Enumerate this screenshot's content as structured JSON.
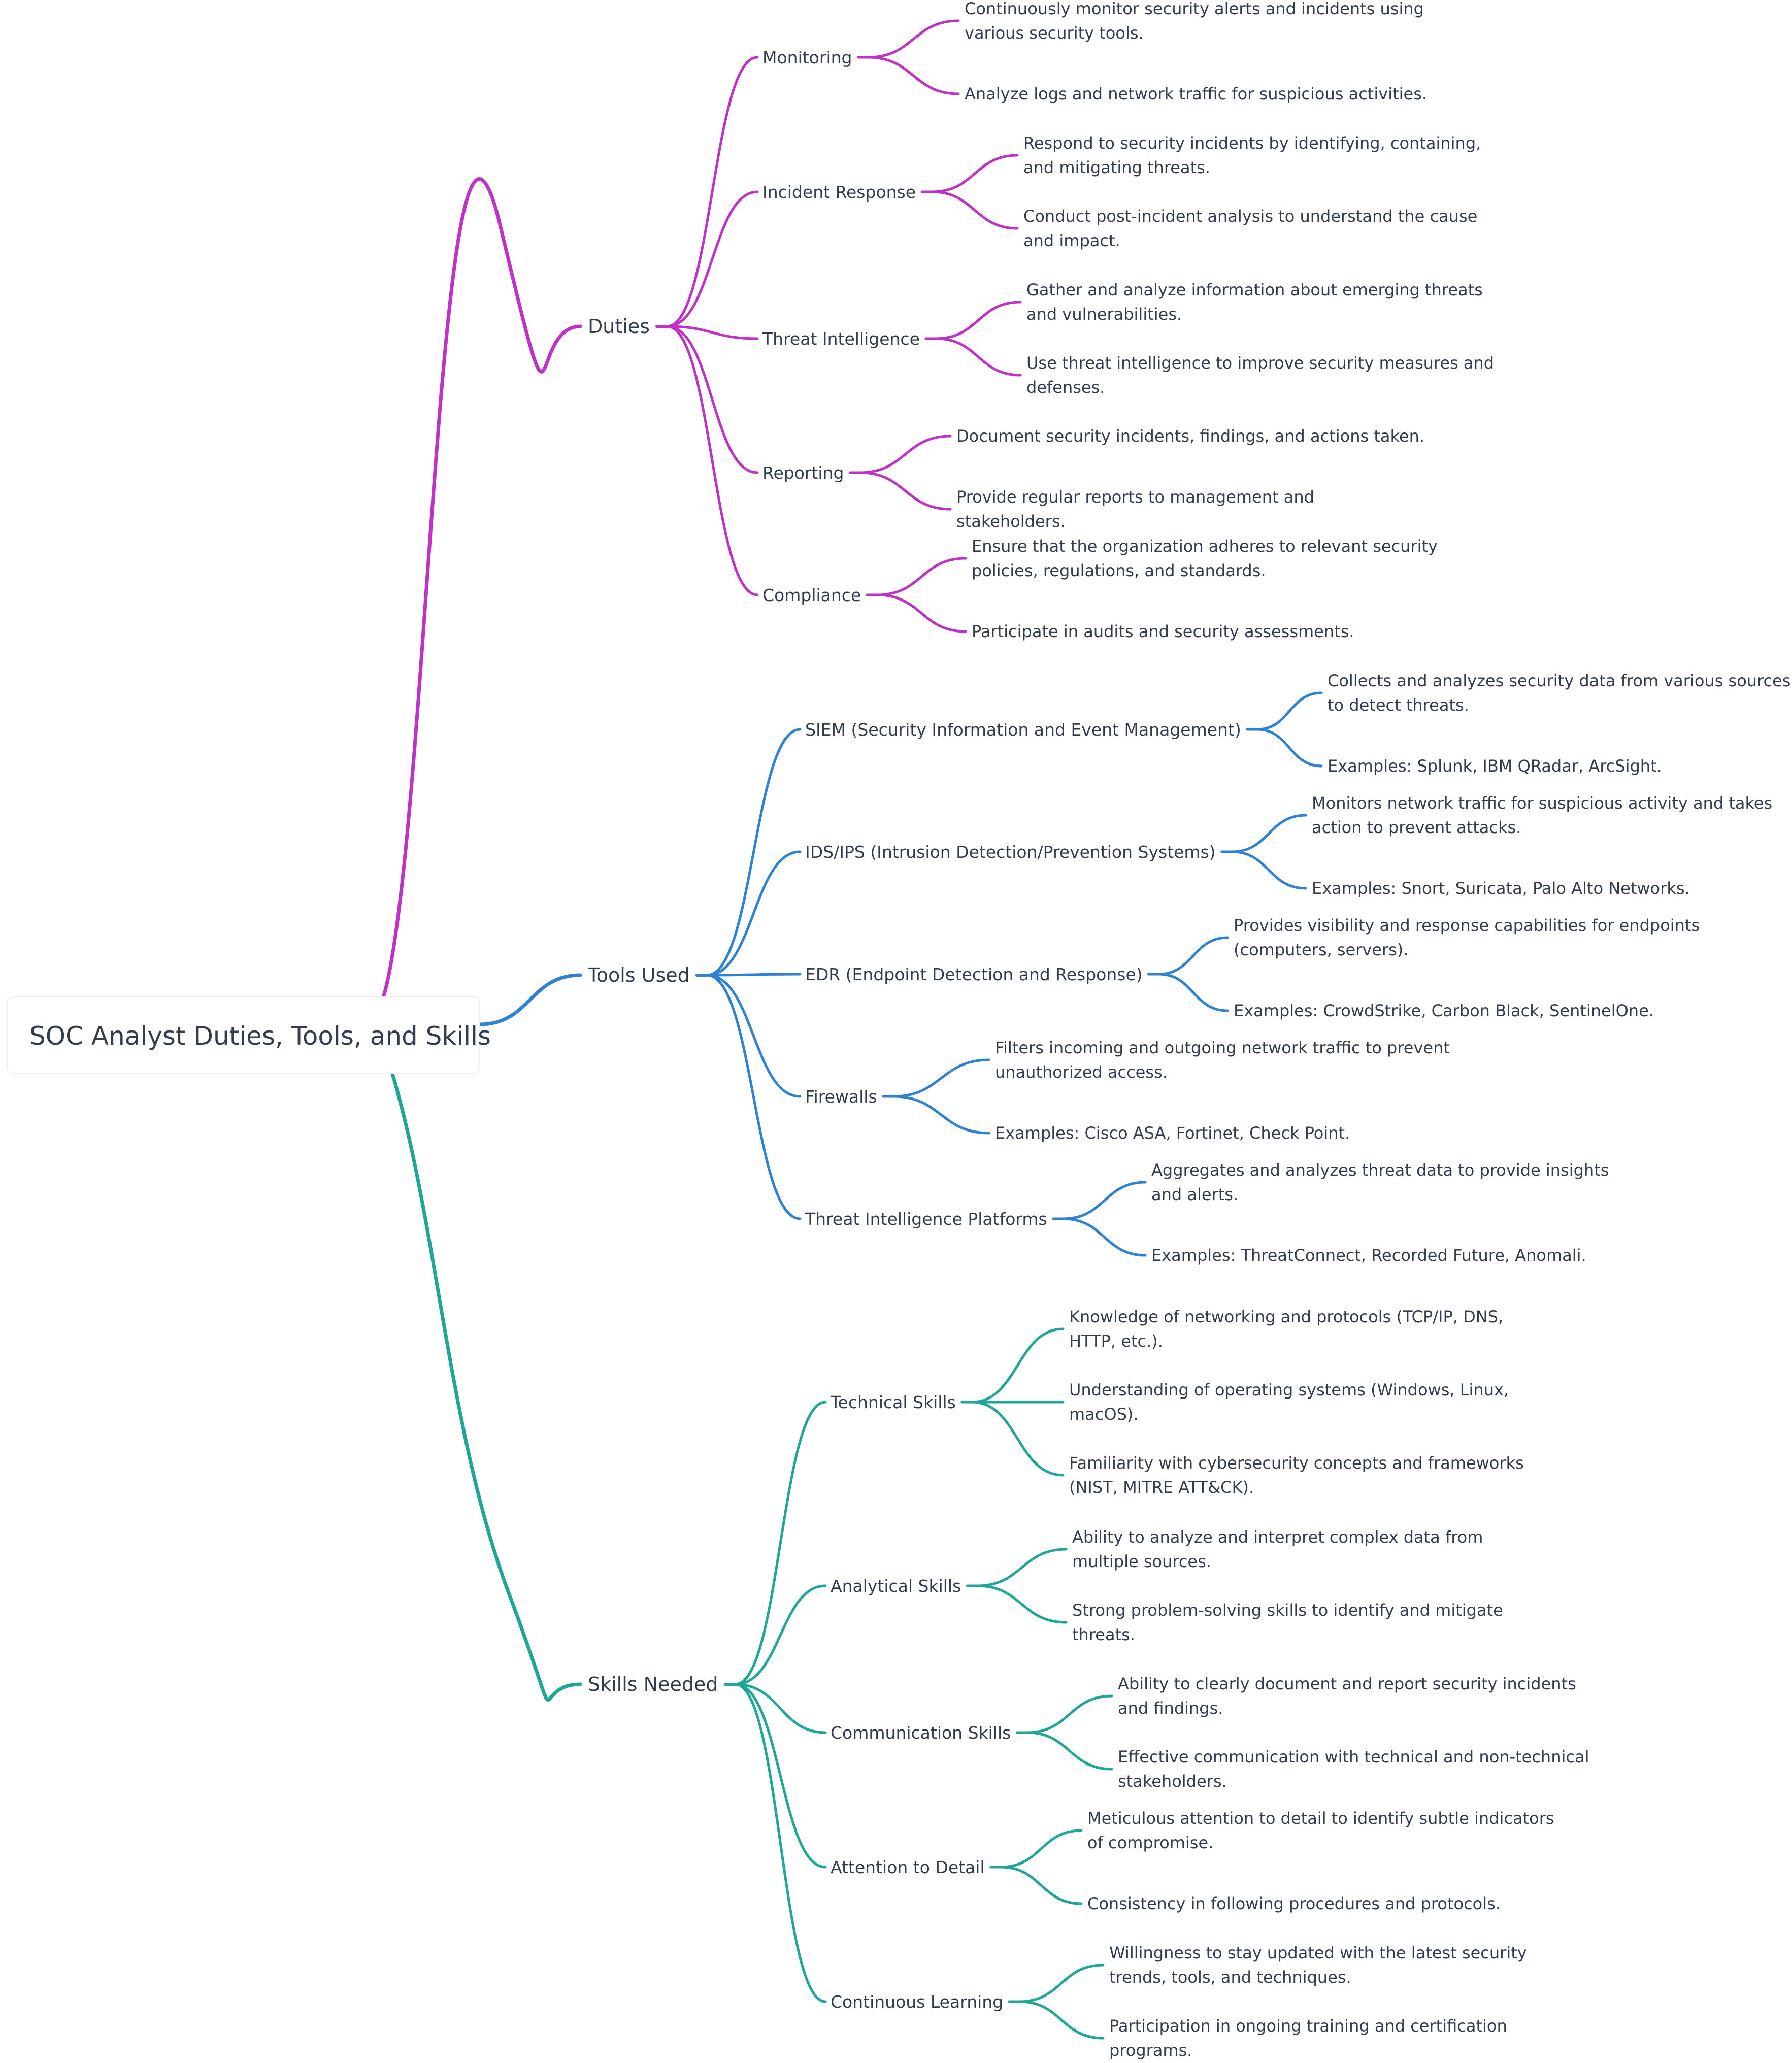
{
  "title": "SOC Analyst Duties, Tools, and Skills",
  "colors": {
    "duties": "#c032c7",
    "tools": "#2f82d3",
    "skills": "#1ea797",
    "text": "#333c4e"
  },
  "branches": [
    {
      "label": "Duties",
      "color": "#c032c7",
      "children": [
        {
          "label": "Monitoring",
          "details": [
            [
              "Continuously monitor security alerts and incidents using",
              "various security tools."
            ],
            [
              "Analyze logs and network traffic for suspicious activities."
            ]
          ]
        },
        {
          "label": "Incident Response",
          "details": [
            [
              "Respond to security incidents by identifying, containing,",
              "and mitigating threats."
            ],
            [
              "Conduct post-incident analysis to understand the cause",
              "and impact."
            ]
          ]
        },
        {
          "label": "Threat Intelligence",
          "details": [
            [
              "Gather and analyze information about emerging threats",
              "and vulnerabilities."
            ],
            [
              "Use threat intelligence to improve security measures and",
              "defenses."
            ]
          ]
        },
        {
          "label": "Reporting",
          "details": [
            [
              "Document security incidents, findings, and actions taken."
            ],
            [
              "Provide regular reports to management and",
              "stakeholders."
            ]
          ]
        },
        {
          "label": "Compliance",
          "details": [
            [
              "Ensure that the organization adheres to relevant security",
              "policies, regulations, and standards."
            ],
            [
              "Participate in audits and security assessments."
            ]
          ]
        }
      ]
    },
    {
      "label": "Tools Used",
      "color": "#2f82d3",
      "children": [
        {
          "label": "SIEM (Security Information and Event Management)",
          "details": [
            [
              "Collects and analyzes security data from various sources",
              "to detect threats."
            ],
            [
              "Examples: Splunk, IBM QRadar, ArcSight."
            ]
          ]
        },
        {
          "label": "IDS/IPS (Intrusion Detection/Prevention Systems)",
          "details": [
            [
              "Monitors network traffic for suspicious activity and takes",
              "action to prevent attacks."
            ],
            [
              "Examples: Snort, Suricata, Palo Alto Networks."
            ]
          ]
        },
        {
          "label": "EDR (Endpoint Detection and Response)",
          "details": [
            [
              "Provides visibility and response capabilities for endpoints",
              "(computers, servers)."
            ],
            [
              "Examples: CrowdStrike, Carbon Black, SentinelOne."
            ]
          ]
        },
        {
          "label": "Firewalls",
          "details": [
            [
              "Filters incoming and outgoing network traffic to prevent",
              "unauthorized access."
            ],
            [
              "Examples: Cisco ASA, Fortinet, Check Point."
            ]
          ]
        },
        {
          "label": "Threat Intelligence Platforms",
          "details": [
            [
              "Aggregates and analyzes threat data to provide insights",
              "and alerts."
            ],
            [
              "Examples: ThreatConnect, Recorded Future, Anomali."
            ]
          ]
        }
      ]
    },
    {
      "label": "Skills Needed",
      "color": "#1ea797",
      "children": [
        {
          "label": "Technical Skills",
          "details": [
            [
              "Knowledge of networking and protocols (TCP/IP, DNS,",
              "HTTP, etc.)."
            ],
            [
              "Understanding of operating systems (Windows, Linux,",
              "macOS)."
            ],
            [
              "Familiarity with cybersecurity concepts and frameworks",
              "(NIST, MITRE ATT&CK)."
            ]
          ]
        },
        {
          "label": "Analytical Skills",
          "details": [
            [
              "Ability to analyze and interpret complex data from",
              "multiple sources."
            ],
            [
              "Strong problem-solving skills to identify and mitigate",
              "threats."
            ]
          ]
        },
        {
          "label": "Communication Skills",
          "details": [
            [
              "Ability to clearly document and report security incidents",
              "and findings."
            ],
            [
              "Effective communication with technical and non-technical",
              "stakeholders."
            ]
          ]
        },
        {
          "label": "Attention to Detail",
          "details": [
            [
              "Meticulous attention to detail to identify subtle indicators",
              "of compromise."
            ],
            [
              "Consistency in following procedures and protocols."
            ]
          ]
        },
        {
          "label": "Continuous Learning",
          "details": [
            [
              "Willingness to stay updated with the latest security",
              "trends, tools, and techniques."
            ],
            [
              "Participation in ongoing training and certification",
              "programs."
            ]
          ]
        }
      ]
    }
  ]
}
